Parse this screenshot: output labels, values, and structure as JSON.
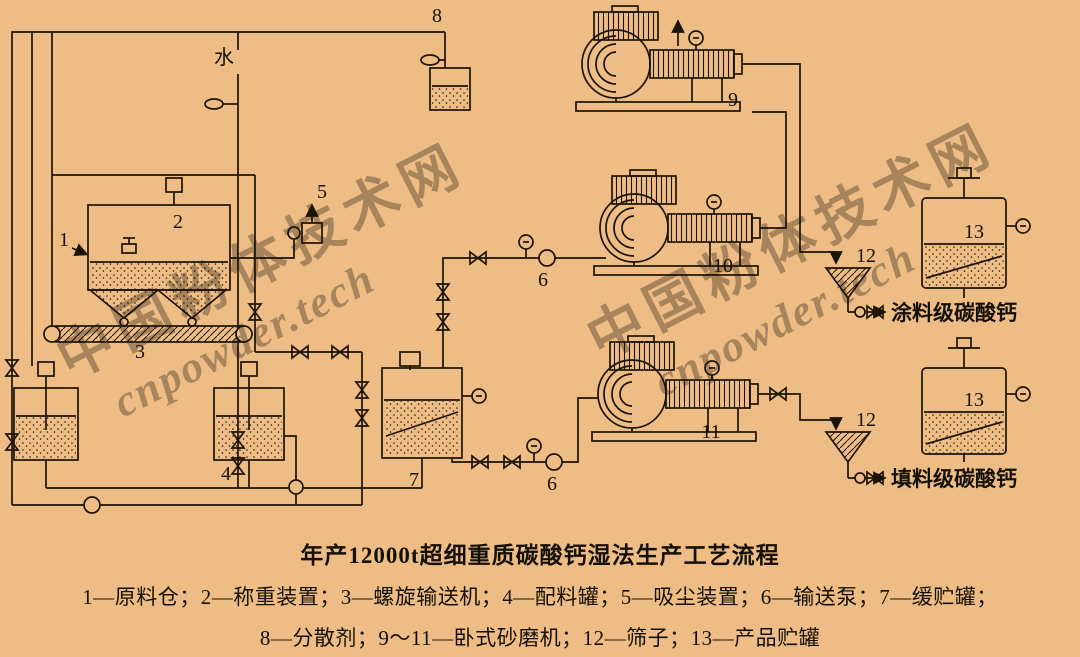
{
  "colors": {
    "background": "#eebd85",
    "ink": "#1c1306",
    "watermark": "#7d4d20"
  },
  "watermark": {
    "cn": "中国粉体技术网",
    "en": "cnpowder.tech"
  },
  "diagram": {
    "water_label": "水",
    "labels": {
      "l1": "1",
      "l2": "2",
      "l3": "3",
      "l4": "4",
      "l5": "5",
      "l6": "6",
      "l7": "7",
      "l8": "8",
      "l9": "9",
      "l10": "10",
      "l11": "11",
      "l12": "12",
      "l13": "13"
    },
    "outputs": {
      "coating": "涂料级碳酸钙",
      "filler": "填料级碳酸钙"
    }
  },
  "caption": {
    "title": "年产12000t超细重质碳酸钙湿法生产工艺流程",
    "legend_line1": "1—原料仓；2—称重装置；3—螺旋输送机；4—配料罐；5—吸尘装置；6—输送泵；7—缓贮罐；",
    "legend_line2": "8—分散剂；9～11—卧式砂磨机；12—筛子；13—产品贮罐"
  }
}
